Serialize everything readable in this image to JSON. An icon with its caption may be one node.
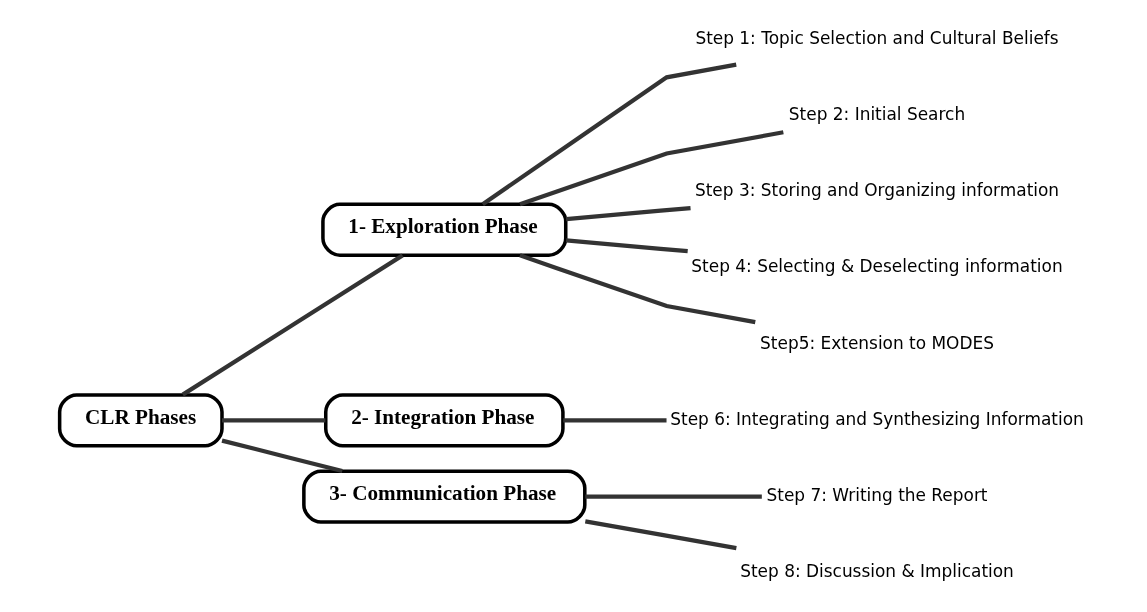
{
  "diagram": {
    "nodes": [
      {
        "text": [
          "CLR Phases"
        ]
      },
      {
        "text": [
          "1- Exploration Phase"
        ]
      },
      {
        "text": [
          "2- Integration Phase"
        ]
      },
      {
        "text": [
          "3- Communication Phase"
        ]
      },
      {
        "text": [
          "Step 1: Topic Selection and Cultural Beliefs"
        ]
      },
      {
        "text": [
          "Step 2: Initial Search"
        ]
      },
      {
        "text": [
          "Step 3: Storing and Organizing information"
        ]
      },
      {
        "text": [
          "Step 4: Selecting & Deselecting information"
        ]
      },
      {
        "text": [
          "Step5: Extension to MODES"
        ]
      },
      {
        "text": [
          "Step 6: Integrating and Synthesizing Information"
        ]
      },
      {
        "text": [
          "Step 7: Writing the Report"
        ]
      },
      {
        "text": [
          "Step 8: Discussion & Implication"
        ]
      }
    ],
    "edges": [
      {
        "from": 0,
        "to": 1,
        "arrow": "none"
      },
      {
        "from": 0,
        "to": 2,
        "arrow": "none"
      },
      {
        "from": 0,
        "to": 3,
        "arrow": "none"
      },
      {
        "from": 1,
        "to": 4,
        "arrow": "none"
      },
      {
        "from": 1,
        "to": 5,
        "arrow": "none"
      },
      {
        "from": 1,
        "to": 6,
        "arrow": "none"
      },
      {
        "from": 1,
        "to": 7,
        "arrow": "none"
      },
      {
        "from": 1,
        "to": 8,
        "arrow": "none"
      },
      {
        "from": 2,
        "to": 9,
        "arrow": "none"
      },
      {
        "from": 3,
        "to": 10,
        "arrow": "none"
      },
      {
        "from": 3,
        "to": 11,
        "arrow": "none"
      }
    ]
  }
}
